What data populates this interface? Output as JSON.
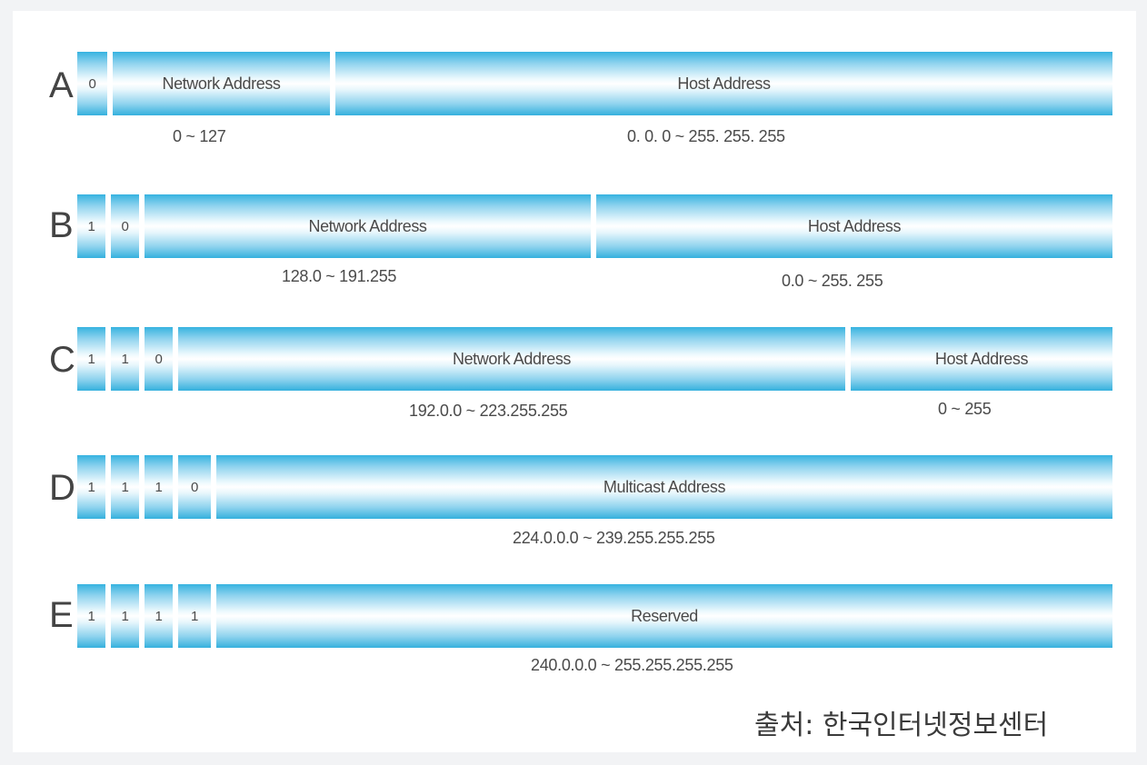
{
  "classes": [
    {
      "letter": "A",
      "bits": [
        "0"
      ],
      "segments": [
        "Network Address",
        "Host Address"
      ],
      "ranges": [
        "0 ~ 127",
        "0. 0. 0 ~ 255. 255. 255"
      ]
    },
    {
      "letter": "B",
      "bits": [
        "1",
        "0"
      ],
      "segments": [
        "Network Address",
        "Host Address"
      ],
      "ranges": [
        "128.0 ~ 191.255",
        "0.0 ~ 255. 255"
      ]
    },
    {
      "letter": "C",
      "bits": [
        "1",
        "1",
        "0"
      ],
      "segments": [
        "Network Address",
        "Host Address"
      ],
      "ranges": [
        "192.0.0 ~ 223.255.255",
        "0 ~ 255"
      ]
    },
    {
      "letter": "D",
      "bits": [
        "1",
        "1",
        "1",
        "0"
      ],
      "segments": [
        "Multicast Address"
      ],
      "ranges": [
        "224.0.0.0 ~ 239.255.255.255"
      ]
    },
    {
      "letter": "E",
      "bits": [
        "1",
        "1",
        "1",
        "1"
      ],
      "segments": [
        "Reserved"
      ],
      "ranges": [
        "240.0.0.0 ~ 255.255.255.255"
      ]
    }
  ],
  "colors": {
    "bar_edge": "#36b3e0",
    "bar_center": "#ffffff",
    "text": "#4a4a4a"
  },
  "source": "출처: 한국인터넷정보센터"
}
